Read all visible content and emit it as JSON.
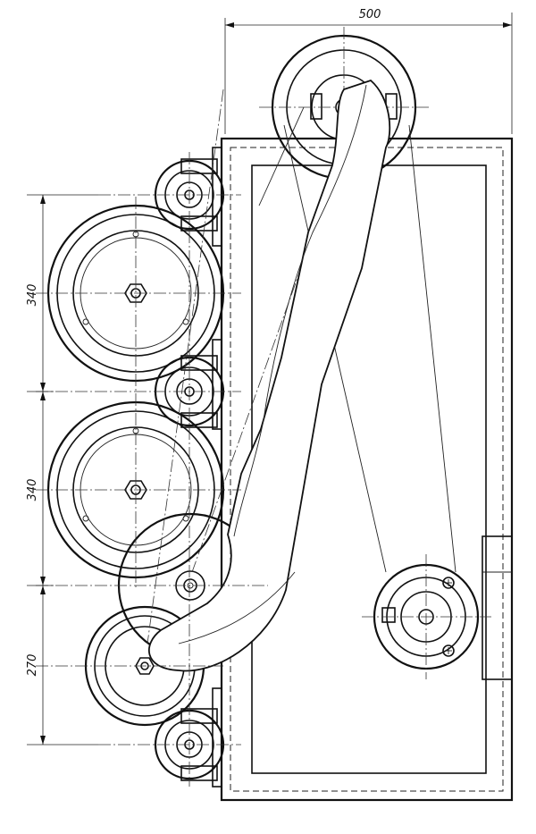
{
  "dimensions": {
    "top_width": "500",
    "left_upper": "340",
    "left_middle": "340",
    "left_lower": "270"
  }
}
